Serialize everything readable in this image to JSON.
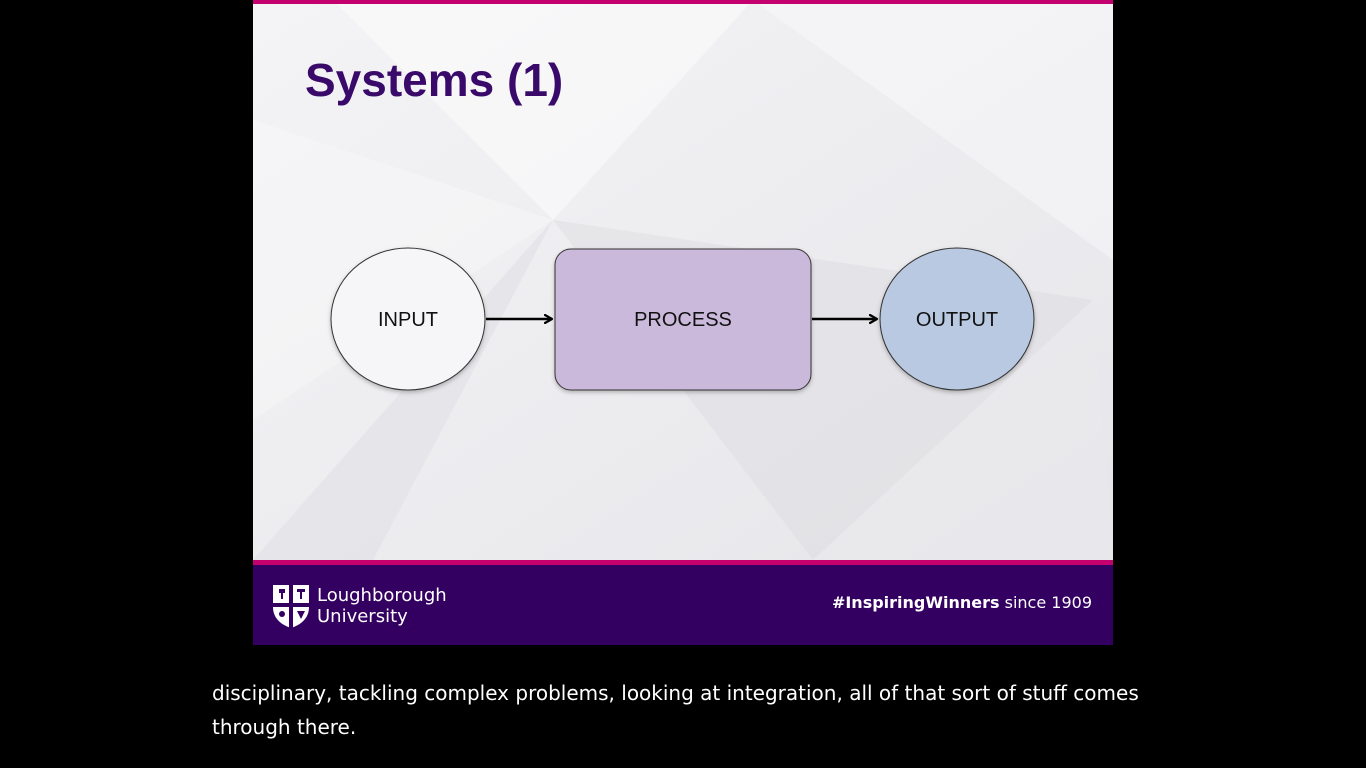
{
  "slide": {
    "title": "Systems (1)",
    "colors": {
      "title": "#3a0a6b",
      "accent_stripe": "#c4006e",
      "footer_band": "#330061",
      "background_light": "#f3f3f5",
      "background_shade": "#e3e3e7"
    },
    "diagram": {
      "nodes": [
        {
          "id": "input",
          "shape": "ellipse",
          "label": "INPUT",
          "fill": "#f6f6f9"
        },
        {
          "id": "process",
          "shape": "rounded-rectangle",
          "label": "PROCESS",
          "fill": "#cbb9db"
        },
        {
          "id": "output",
          "shape": "ellipse",
          "label": "OUTPUT",
          "fill": "#b8c9e1"
        }
      ],
      "edges": [
        {
          "from": "input",
          "to": "process"
        },
        {
          "from": "process",
          "to": "output"
        }
      ]
    },
    "footer": {
      "logo_line_1": "Loughborough",
      "logo_line_2": "University",
      "logo_icon": "university-crest-icon",
      "tagline_hashtag": "#InspiringWinners",
      "tagline_suffix": " since 1909"
    }
  },
  "caption": {
    "text": "disciplinary, tackling complex problems, looking at integration, all of that sort of stuff comes through there."
  }
}
